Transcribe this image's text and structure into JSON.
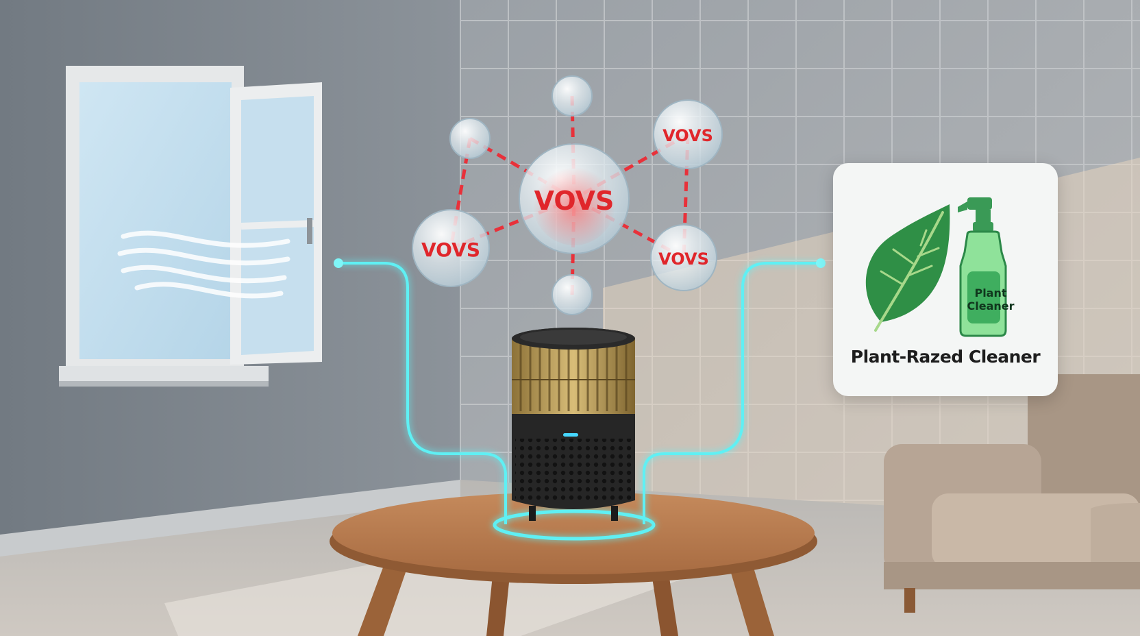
{
  "voc_molecules": {
    "center": "VOVS",
    "left": "VOVS",
    "top_right": "VOVS",
    "right": "VOVS"
  },
  "product_card": {
    "caption": "Plant-Razed Cleaner",
    "bottle_label_line1": "Plant",
    "bottle_label_line2": "Cleaner"
  },
  "colors": {
    "glow_line": "#5ff0f4",
    "voc_red": "#e0262b",
    "leaf_green": "#2f8f46"
  }
}
